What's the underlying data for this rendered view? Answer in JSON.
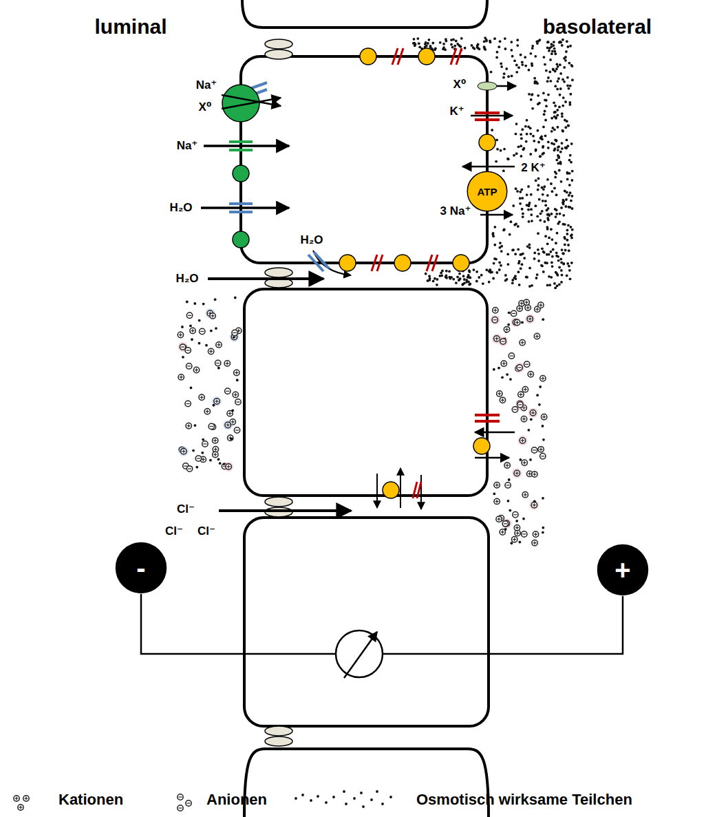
{
  "diagram": {
    "nodes": [
      {
        "text": [
          "ATP"
        ]
      },
      {
        "text": [
          "-"
        ]
      },
      {
        "text": [
          "+"
        ]
      }
    ],
    "edges": [
      {
        "from": 1,
        "to": 2,
        "arrow": "none"
      }
    ],
    "labels": [
      "luminal",
      "basolateral",
      "Na⁺",
      "X⁰",
      "Na⁺",
      "H₂O",
      "H₂O",
      "H₂O",
      "X⁰",
      "K⁺",
      "2 K⁺",
      "3 Na⁺",
      "Cl⁻",
      "Cl⁻",
      "Cl⁻"
    ],
    "legend": [
      {
        "text": "Kationen"
      },
      {
        "text": "Anionen"
      },
      {
        "text": "Osmotisch wirksame Teilchen"
      }
    ]
  }
}
